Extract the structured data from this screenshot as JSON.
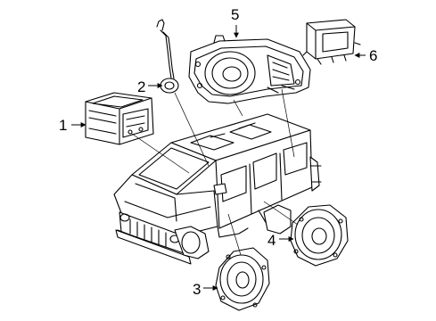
{
  "callouts": [
    {
      "id": "1",
      "text": "1"
    },
    {
      "id": "2",
      "text": "2"
    },
    {
      "id": "3",
      "text": "3"
    },
    {
      "id": "4",
      "text": "4"
    },
    {
      "id": "5",
      "text": "5"
    },
    {
      "id": "6",
      "text": "6"
    }
  ],
  "labels": {
    "c1": "1",
    "c2": "2",
    "c3": "3",
    "c4": "4",
    "c5": "5",
    "c6": "6"
  }
}
